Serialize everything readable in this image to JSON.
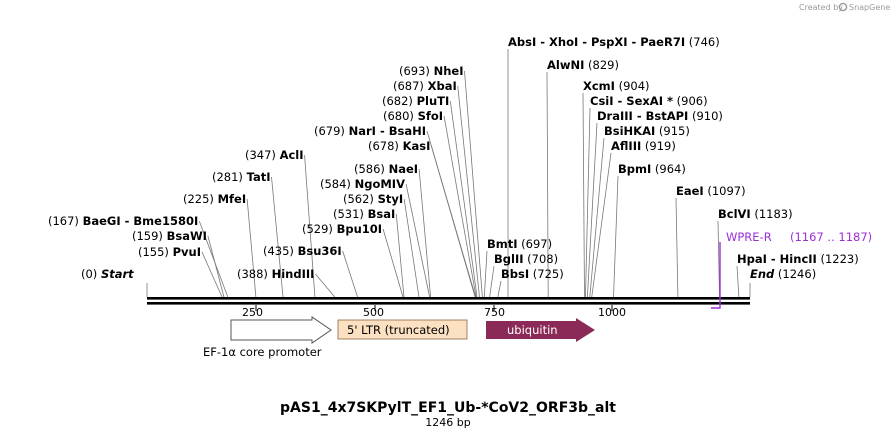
{
  "watermark": {
    "text": "Created by",
    "brand": "SnapGene"
  },
  "title": "pAS1_4x7SKPylT_EF1_Ub-*CoV2_ORF3b_alt",
  "length_label": "1246 bp",
  "axis_ticks": [
    "250",
    "500",
    "750",
    "1000"
  ],
  "colors": {
    "ltr_fill": "#fbe0c2",
    "ubiquitin_fill": "#8b2a57",
    "primer": "#9b30d8",
    "backbone": "#000000"
  },
  "features": {
    "promoter": "EF-1α core promoter",
    "ltr": "5' LTR (truncated)",
    "ubiquitin": "ubiquitin"
  },
  "primer": {
    "name": "WPRE-R",
    "range": "(1167 .. 1187)"
  },
  "sites": [
    {
      "pos": "(0)",
      "names": [
        "Start"
      ],
      "bp": 0,
      "style": "italic"
    },
    {
      "pos": "(155)",
      "names": [
        "PvuI"
      ],
      "bp": 155
    },
    {
      "pos": "(159)",
      "names": [
        "BsaWI"
      ],
      "bp": 159
    },
    {
      "pos": "(167)",
      "names": [
        "BaeGI",
        "Bme1580I"
      ],
      "bp": 167
    },
    {
      "pos": "(225)",
      "names": [
        "MfeI"
      ],
      "bp": 225
    },
    {
      "pos": "(281)",
      "names": [
        "TatI"
      ],
      "bp": 281
    },
    {
      "pos": "(347)",
      "names": [
        "AclI"
      ],
      "bp": 347
    },
    {
      "pos": "(388)",
      "names": [
        "HindIII"
      ],
      "bp": 388
    },
    {
      "pos": "(435)",
      "names": [
        "Bsu36I"
      ],
      "bp": 435
    },
    {
      "pos": "(529)",
      "names": [
        "Bpu10I"
      ],
      "bp": 529
    },
    {
      "pos": "(531)",
      "names": [
        "BsaI"
      ],
      "bp": 531
    },
    {
      "pos": "(562)",
      "names": [
        "StyI"
      ],
      "bp": 562
    },
    {
      "pos": "(584)",
      "names": [
        "NgoMIV"
      ],
      "bp": 584
    },
    {
      "pos": "(586)",
      "names": [
        "NaeI"
      ],
      "bp": 586
    },
    {
      "pos": "(678)",
      "names": [
        "KasI"
      ],
      "bp": 678
    },
    {
      "pos": "(679)",
      "names": [
        "NarI",
        "BsaHI"
      ],
      "bp": 679
    },
    {
      "pos": "(680)",
      "names": [
        "SfoI"
      ],
      "bp": 680
    },
    {
      "pos": "(682)",
      "names": [
        "PluTI"
      ],
      "bp": 682
    },
    {
      "pos": "(687)",
      "names": [
        "XbaI"
      ],
      "bp": 687
    },
    {
      "pos": "(693)",
      "names": [
        "NheI"
      ],
      "bp": 693
    },
    {
      "pos": "(697)",
      "names": [
        "BmtI"
      ],
      "bp": 697,
      "side": "right"
    },
    {
      "pos": "(708)",
      "names": [
        "BglII"
      ],
      "bp": 708,
      "side": "right"
    },
    {
      "pos": "(725)",
      "names": [
        "BbsI"
      ],
      "bp": 725,
      "side": "right"
    },
    {
      "pos": "(746)",
      "names": [
        "AbsI",
        "XhoI",
        "PspXI",
        "PaeR7I"
      ],
      "bp": 746,
      "side": "right"
    },
    {
      "pos": "(829)",
      "names": [
        "AlwNI"
      ],
      "bp": 829,
      "side": "right"
    },
    {
      "pos": "(904)",
      "names": [
        "XcmI"
      ],
      "bp": 904,
      "side": "right"
    },
    {
      "pos": "(906)",
      "names": [
        "CsiI",
        "SexAI *"
      ],
      "bp": 906,
      "side": "right"
    },
    {
      "pos": "(910)",
      "names": [
        "DraIII",
        "BstAPI"
      ],
      "bp": 910,
      "side": "right"
    },
    {
      "pos": "(915)",
      "names": [
        "BsiHKAI"
      ],
      "bp": 915,
      "side": "right"
    },
    {
      "pos": "(919)",
      "names": [
        "AflIII"
      ],
      "bp": 919,
      "side": "right"
    },
    {
      "pos": "(964)",
      "names": [
        "BpmI"
      ],
      "bp": 964,
      "side": "right"
    },
    {
      "pos": "(1097)",
      "names": [
        "EaeI"
      ],
      "bp": 1097,
      "side": "right"
    },
    {
      "pos": "(1183)",
      "names": [
        "BclVI"
      ],
      "bp": 1183,
      "side": "right"
    },
    {
      "pos": "(1223)",
      "names": [
        "HpaI",
        "HincII"
      ],
      "bp": 1223,
      "side": "right"
    },
    {
      "pos": "(1246)",
      "names": [
        "End"
      ],
      "bp": 1246,
      "side": "right",
      "style": "italic"
    }
  ]
}
